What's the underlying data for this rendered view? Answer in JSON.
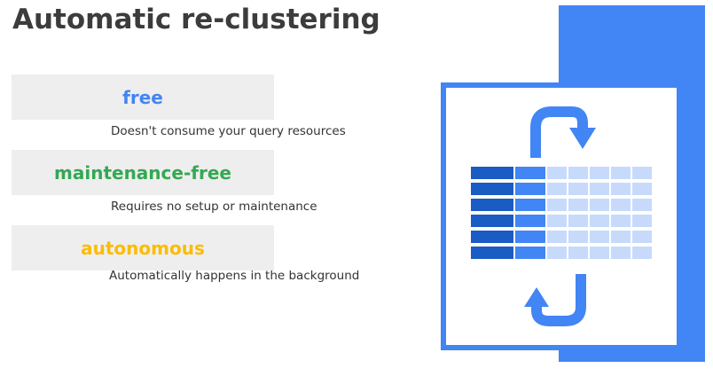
{
  "slide": {
    "title": "Automatic re-clustering"
  },
  "features": [
    {
      "label": "free",
      "color": "#4285f4",
      "description": "Doesn't consume your query resources"
    },
    {
      "label": "maintenance-free",
      "color": "#34a853",
      "description": "Requires no setup or maintenance"
    },
    {
      "label": "autonomous",
      "color": "#fbbc04",
      "description": "Automatically  happens in the background"
    }
  ],
  "colors": {
    "accent_blue": "#4285f4",
    "dark_blue": "#1a5bc4",
    "light_cell": "#c7dafc",
    "title_color": "#3c3c3c"
  },
  "icons": {
    "diagram": "reclustering-table-icon"
  }
}
